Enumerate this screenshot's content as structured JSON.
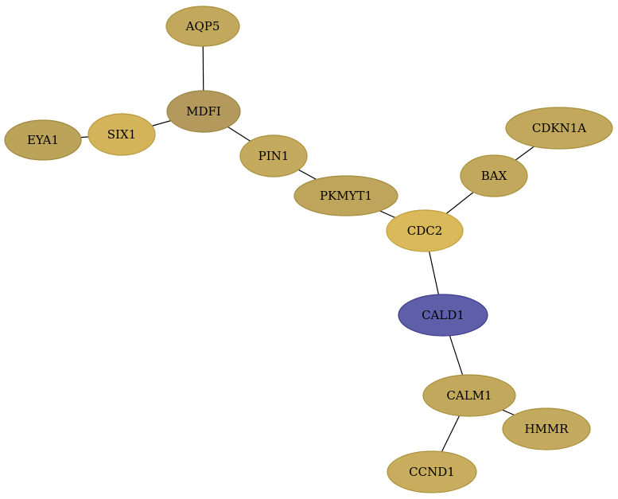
{
  "graph": {
    "colors": {
      "default_fill": "#c2a85c",
      "default_stroke": "#a98f3b",
      "hub_fill": "#b39a5c",
      "highlight_yellow_fill": "#d9b95a",
      "query_fill": "#5e5fa8",
      "query_stroke": "#3c3d8c",
      "edge": "#000000"
    },
    "nodes": [
      {
        "id": "AQP5",
        "label": "AQP5",
        "fill": "#c2a85c",
        "stroke": "#a98f3b"
      },
      {
        "id": "MDFI",
        "label": "MDFI",
        "fill": "#b39a5c",
        "stroke": "#9c8445"
      },
      {
        "id": "SIX1",
        "label": "SIX1",
        "fill": "#d4b45a",
        "stroke": "#b99a3e"
      },
      {
        "id": "EYA1",
        "label": "EYA1",
        "fill": "#bba35a",
        "stroke": "#a08a3f"
      },
      {
        "id": "PIN1",
        "label": "PIN1",
        "fill": "#c4aa5e",
        "stroke": "#a98f3b"
      },
      {
        "id": "PKMYT1",
        "label": "PKMYT1",
        "fill": "#bfa55c",
        "stroke": "#a58c3d"
      },
      {
        "id": "CDC2",
        "label": "CDC2",
        "fill": "#d9b95a",
        "stroke": "#bfa03c"
      },
      {
        "id": "BAX",
        "label": "BAX",
        "fill": "#c2a85c",
        "stroke": "#a98f3b"
      },
      {
        "id": "CDKN1A",
        "label": "CDKN1A",
        "fill": "#c2a85c",
        "stroke": "#a98f3b"
      },
      {
        "id": "CALD1",
        "label": "CALD1",
        "fill": "#5e5fa8",
        "stroke": "#3c3d8c"
      },
      {
        "id": "CALM1",
        "label": "CALM1",
        "fill": "#c2a85c",
        "stroke": "#a98f3b"
      },
      {
        "id": "HMMR",
        "label": "HMMR",
        "fill": "#c4aa5e",
        "stroke": "#a98f3b"
      },
      {
        "id": "CCND1",
        "label": "CCND1",
        "fill": "#c8ad5e",
        "stroke": "#ad923d"
      }
    ],
    "edges": [
      {
        "source": "AQP5",
        "target": "MDFI"
      },
      {
        "source": "MDFI",
        "target": "SIX1"
      },
      {
        "source": "SIX1",
        "target": "EYA1"
      },
      {
        "source": "MDFI",
        "target": "PIN1"
      },
      {
        "source": "PIN1",
        "target": "PKMYT1"
      },
      {
        "source": "PKMYT1",
        "target": "CDC2"
      },
      {
        "source": "CDC2",
        "target": "BAX"
      },
      {
        "source": "BAX",
        "target": "CDKN1A"
      },
      {
        "source": "CDC2",
        "target": "CALD1"
      },
      {
        "source": "CALD1",
        "target": "CALM1"
      },
      {
        "source": "CALM1",
        "target": "HMMR"
      },
      {
        "source": "CALM1",
        "target": "CCND1"
      }
    ]
  }
}
